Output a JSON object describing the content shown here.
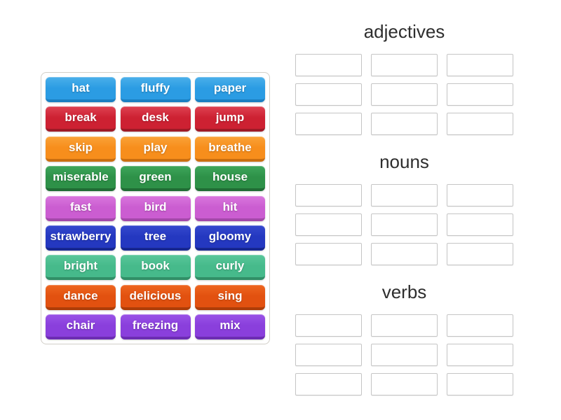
{
  "palette": {
    "blue": {
      "top": "#4bb0ea",
      "main": "#2b9ce3",
      "dark": "#1b7fc2"
    },
    "crimson": {
      "top": "#de4252",
      "main": "#cd2132",
      "dark": "#9e1a26"
    },
    "orange": {
      "top": "#faa338",
      "main": "#f78e1c",
      "dark": "#c96e10"
    },
    "green": {
      "top": "#3ea65b",
      "main": "#2e9148",
      "dark": "#206c34"
    },
    "orchid": {
      "top": "#d977dd",
      "main": "#cb5dd1",
      "dark": "#a348a9"
    },
    "royalblue": {
      "top": "#3549ce",
      "main": "#2438c0",
      "dark": "#172790"
    },
    "seagreen": {
      "top": "#59c79b",
      "main": "#46ba8b",
      "dark": "#318f67"
    },
    "orangered": {
      "top": "#ee6620",
      "main": "#e25110",
      "dark": "#ad3d08"
    },
    "purple": {
      "top": "#9a53e7",
      "main": "#8a3fdc",
      "dark": "#6c2db2"
    }
  },
  "text_color": "#ffffff",
  "header_color": "#2e2e2e",
  "source": {
    "tiles": [
      {
        "label": "hat",
        "color": "blue"
      },
      {
        "label": "fluffy",
        "color": "blue"
      },
      {
        "label": "paper",
        "color": "blue"
      },
      {
        "label": "break",
        "color": "crimson"
      },
      {
        "label": "desk",
        "color": "crimson"
      },
      {
        "label": "jump",
        "color": "crimson"
      },
      {
        "label": "skip",
        "color": "orange"
      },
      {
        "label": "play",
        "color": "orange"
      },
      {
        "label": "breathe",
        "color": "orange"
      },
      {
        "label": "miserable",
        "color": "green"
      },
      {
        "label": "green",
        "color": "green"
      },
      {
        "label": "house",
        "color": "green"
      },
      {
        "label": "fast",
        "color": "orchid"
      },
      {
        "label": "bird",
        "color": "orchid"
      },
      {
        "label": "hit",
        "color": "orchid"
      },
      {
        "label": "strawberry",
        "color": "royalblue"
      },
      {
        "label": "tree",
        "color": "royalblue"
      },
      {
        "label": "gloomy",
        "color": "royalblue"
      },
      {
        "label": "bright",
        "color": "seagreen"
      },
      {
        "label": "book",
        "color": "seagreen"
      },
      {
        "label": "curly",
        "color": "seagreen"
      },
      {
        "label": "dance",
        "color": "orangered"
      },
      {
        "label": "delicious",
        "color": "orangered"
      },
      {
        "label": "sing",
        "color": "orangered"
      },
      {
        "label": "chair",
        "color": "purple"
      },
      {
        "label": "freezing",
        "color": "purple"
      },
      {
        "label": "mix",
        "color": "purple"
      }
    ]
  },
  "groups": [
    {
      "id": "adjectives",
      "label": "adjectives",
      "slots": 9
    },
    {
      "id": "nouns",
      "label": "nouns",
      "slots": 9
    },
    {
      "id": "verbs",
      "label": "verbs",
      "slots": 9
    }
  ]
}
